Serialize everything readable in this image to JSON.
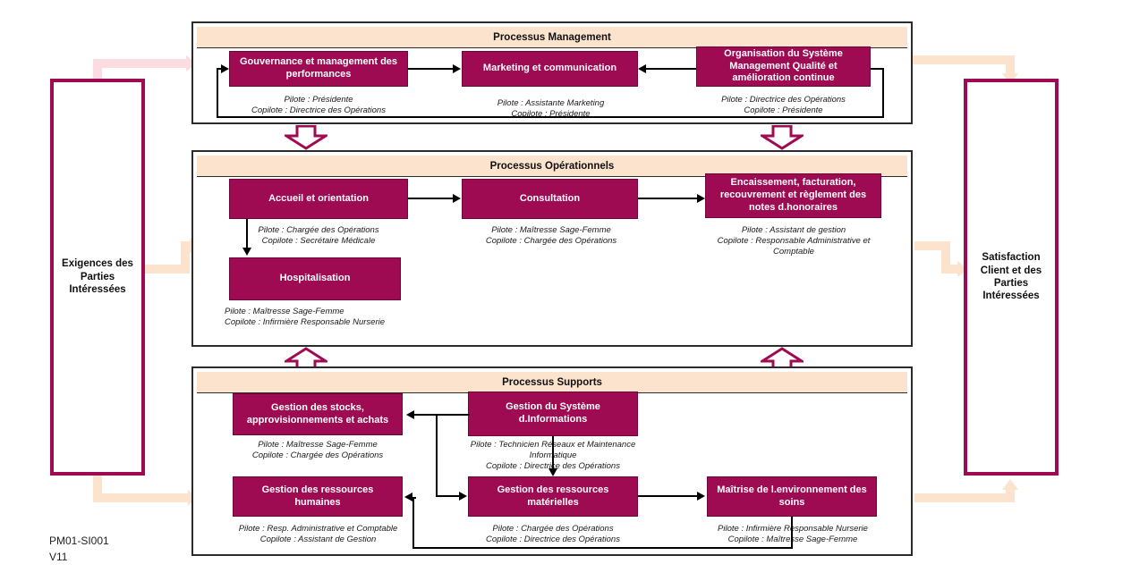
{
  "side_panels": {
    "left": {
      "name": "exigences-panel",
      "text": "Exigences des\nParties\nIntéressées"
    },
    "right": {
      "name": "satisfaction-panel",
      "text": "Satisfaction\nClient et des\nParties\nIntéressées"
    }
  },
  "groups": {
    "management": {
      "header": "Processus Management",
      "boxes": [
        {
          "title": "Gouvernance et management des performances",
          "pilote": "Pilote : Présidente",
          "copilote": "Copilote : Directrice des Opérations"
        },
        {
          "title": "Marketing et communication",
          "pilote": "Pilote : Assistante Marketing",
          "copilote": "Copilote : Présidente"
        },
        {
          "title": "Organisation du Système Management Qualité et amélioration continue",
          "pilote": "Pilote : Directrice des Opérations",
          "copilote": "Copilote : Présidente"
        }
      ]
    },
    "operational": {
      "header": "Processus Opérationnels",
      "boxes": [
        {
          "title": "Accueil et orientation",
          "pilote": "Pilote : Chargée des Opérations",
          "copilote": "Copilote : Secrétaire Médicale"
        },
        {
          "title": "Consultation",
          "pilote": "Pilote : Maîtresse Sage-Femme",
          "copilote": "Copilote : Chargée des Opérations"
        },
        {
          "title": "Encaissement, facturation, recouvrement et règlement des notes d.honoraires",
          "pilote": "Pilote : Assistant de gestion",
          "copilote": "Copilote : Responsable Administrative et Comptable"
        },
        {
          "title": "Hospitalisation",
          "pilote": "Pilote : Maîtresse Sage-Femme",
          "copilote": "Copilote : Infirmière Responsable Nurserie"
        }
      ]
    },
    "supports": {
      "header": "Processus Supports",
      "boxes": [
        {
          "title": "Gestion des stocks, approvisionnements et achats",
          "pilote": "Pilote : Maîtresse Sage-Femme",
          "copilote": "Copilote : Chargée des Opérations"
        },
        {
          "title": "Gestion du Système d.Informations",
          "pilote": "Pilote : Technicien Réseaux et Maintenance Informatique",
          "copilote": "Copilote : Directrice des Opérations"
        },
        {
          "title": "Gestion des ressources humaines",
          "pilote": "Pilote : Resp. Administrative et Comptable",
          "copilote": "Copilote : Assistant de Gestion"
        },
        {
          "title": "Gestion des ressources matérielles",
          "pilote": "Pilote : Chargée des Opérations",
          "copilote": "Copilote : Directrice des Opérations"
        },
        {
          "title": "Maîtrise de l.environnement des soins",
          "pilote": "Pilote :  Infirmière Responsable Nurserie",
          "copilote": "Copilote : Maîtresse Sage-Femme"
        }
      ]
    }
  },
  "doc_ref": {
    "code": "PM01-SI001",
    "version": "V11"
  },
  "colors": {
    "box_fill": "#9E0B52",
    "band_fill": "#FCE3CE",
    "panel_border": "#9E0B52",
    "flow_peach": "#FCE3CE",
    "flow_pink": "#FBDCE0",
    "connector": "#000000"
  }
}
